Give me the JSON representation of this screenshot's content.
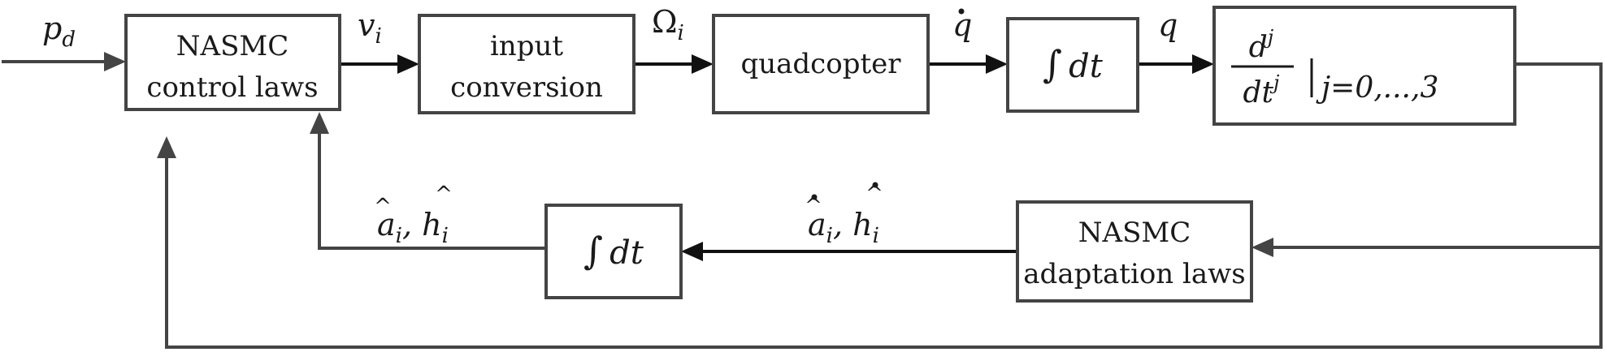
{
  "blocks": {
    "nasmc_control": {
      "line1": "NASMC",
      "line2": "control laws"
    },
    "input_conversion": {
      "line1": "input",
      "line2": "conversion"
    },
    "quadcopter": {
      "label": "quadcopter"
    },
    "integrator_top": {
      "integral": "∫",
      "dt": "dt"
    },
    "derivatives": {
      "num": "d",
      "num_sup": "j",
      "den": "dt",
      "den_sup": "j",
      "subscript": "j=0,...,3"
    },
    "integrator_bottom": {
      "integral": "∫",
      "dt": "dt"
    },
    "nasmc_adaptation": {
      "line1": "NASMC",
      "line2": "adaptation laws"
    }
  },
  "signals": {
    "p_d": {
      "base": "p",
      "sub": "d"
    },
    "v_i": {
      "base": "v",
      "sub": "i"
    },
    "omega_i": {
      "base": "Ω",
      "sub": "i"
    },
    "q_dot": {
      "base": "q"
    },
    "q": {
      "base": "q"
    },
    "estimates_dot": {
      "a": "a",
      "a_sub": "i",
      "sep": ", ",
      "h": "h",
      "h_sub": "i"
    },
    "estimates": {
      "a": "a",
      "a_sub": "i",
      "sep": ", ",
      "h": "h",
      "h_sub": "i"
    }
  }
}
